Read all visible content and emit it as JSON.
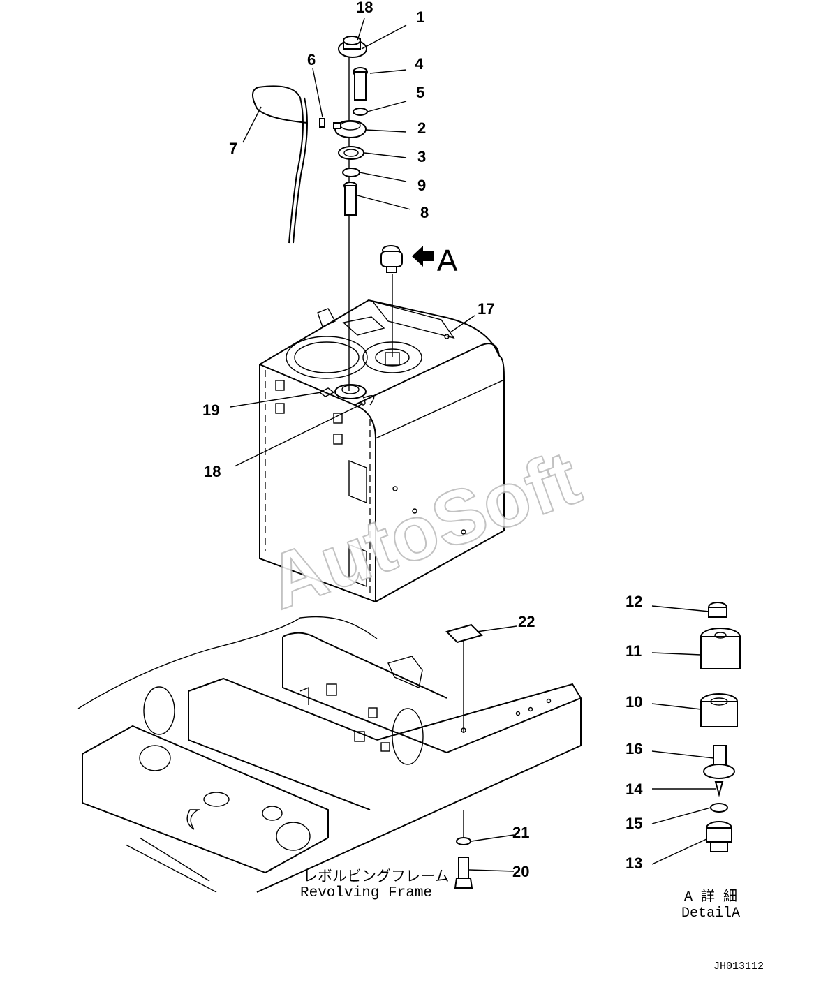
{
  "callouts": [
    "1",
    "2",
    "3",
    "4",
    "5",
    "6",
    "7",
    "8",
    "9",
    "10",
    "11",
    "12",
    "13",
    "14",
    "15",
    "16",
    "17",
    "18",
    "19",
    "20",
    "21",
    "22"
  ],
  "view_marker": "A",
  "frame_label_jp": "レボルビングフレーム",
  "frame_label_en": "Revolving Frame",
  "detail_label_jp": "A 詳 細",
  "detail_label_en": "DetailA",
  "drawing_id": "JH013112",
  "watermark": "AutoSoft"
}
